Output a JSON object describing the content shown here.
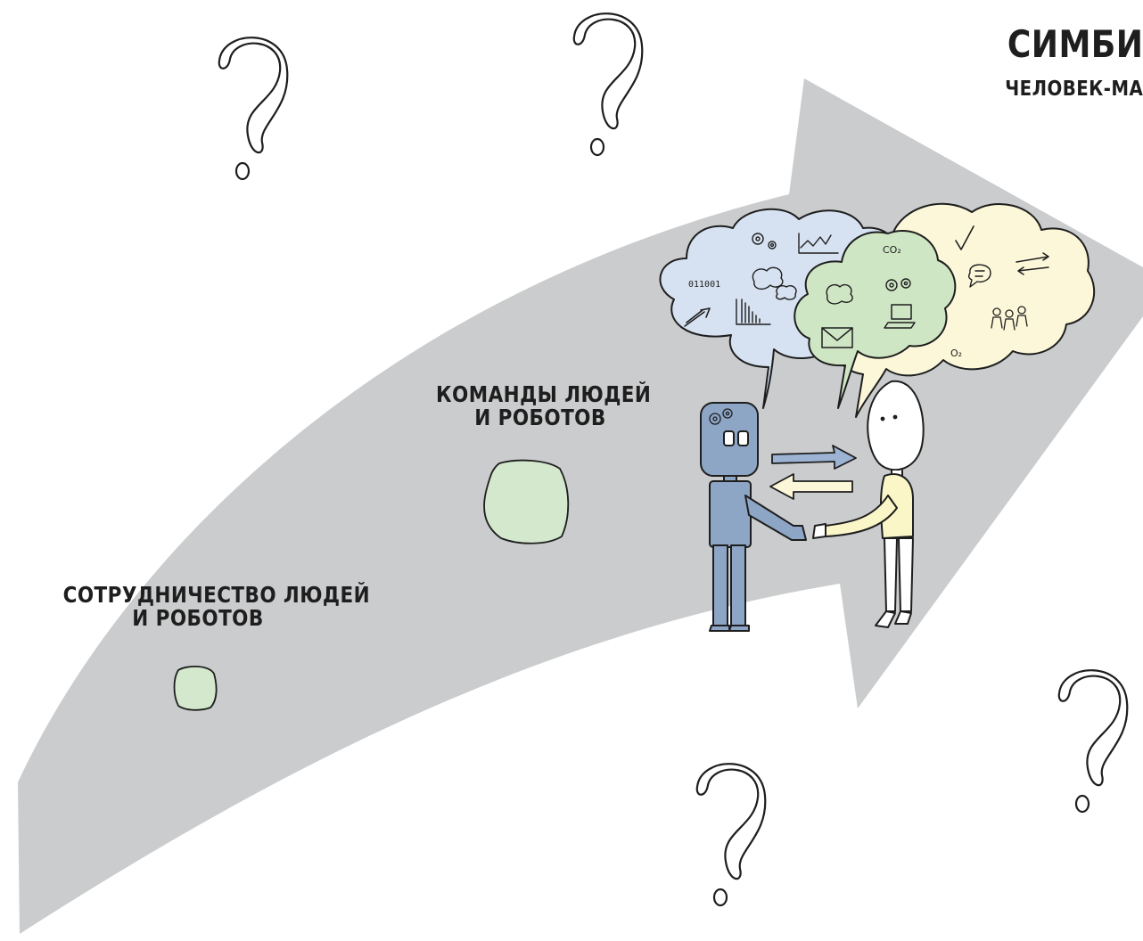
{
  "title": {
    "main": "СИМБИ",
    "subtitle": "ЧЕЛОВЕК-МА"
  },
  "stages": [
    {
      "line1": "СОТРУДНИЧЕСТВО ЛЮДЕЙ",
      "line2": "И РОБОТОВ"
    },
    {
      "line1": "КОМАНДЫ ЛЮДЕЙ",
      "line2": "И РОБОТОВ"
    }
  ],
  "thought_clouds": {
    "robot": {
      "binary": "011001"
    },
    "shared": {
      "co2": "CO₂"
    },
    "human": {
      "o2": "O₂"
    }
  },
  "colors": {
    "arrow": "#cbcccd",
    "blob": "#d3e8cd",
    "robot_cloud": "#d6e2f1",
    "shared_cloud": "#cfe6c4",
    "human_cloud": "#fcf7d9",
    "robot_body": "#8ea6c6",
    "human_shirt": "#fbf6c8",
    "ink": "#1e1e1e"
  },
  "icons": [
    "question-mark-icon",
    "robot-figure",
    "human-figure",
    "handshake",
    "arrow-right-icon",
    "arrow-left-icon",
    "gears-icon",
    "line-chart-icon",
    "bar-chart-icon",
    "cloud-icon",
    "envelope-icon",
    "laptop-icon",
    "checkmark-icon",
    "speech-bubble-icon",
    "exchange-arrows-icon",
    "people-group-icon"
  ]
}
